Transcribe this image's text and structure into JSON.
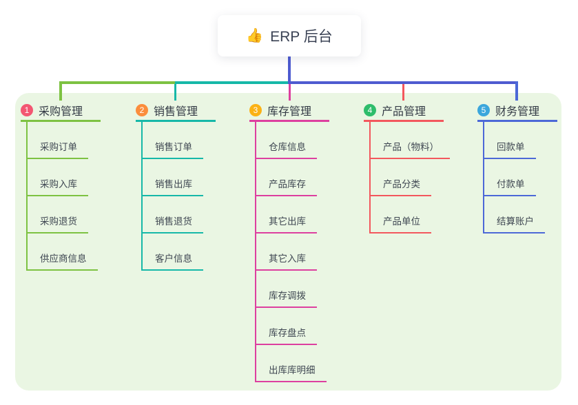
{
  "root": {
    "icon": "👍",
    "icon_name": "thumbs-up-icon",
    "label": "ERP 后台",
    "line_color": "#4e5bd0"
  },
  "canvas": {
    "background": "#eaf6e3"
  },
  "branches": [
    {
      "index": "1",
      "label": "采购管理",
      "badge_color": "#f35672",
      "line_color": "#7dc242",
      "children": [
        "采购订单",
        "采购入库",
        "采购退货",
        "供应商信息"
      ]
    },
    {
      "index": "2",
      "label": "销售管理",
      "badge_color": "#fb8d3c",
      "line_color": "#16b8a8",
      "children": [
        "销售订单",
        "销售出库",
        "销售退货",
        "客户信息"
      ]
    },
    {
      "index": "3",
      "label": "库存管理",
      "badge_color": "#fbb215",
      "line_color": "#dd3f9f",
      "children": [
        "仓库信息",
        "产品库存",
        "其它出库",
        "其它入库",
        "库存调拨",
        "库存盘点",
        "出库库明细"
      ]
    },
    {
      "index": "4",
      "label": "产品管理",
      "badge_color": "#2ebd6b",
      "line_color": "#f3575d",
      "children": [
        "产品（物料）",
        "产品分类",
        "产品单位"
      ]
    },
    {
      "index": "5",
      "label": "财务管理",
      "badge_color": "#3ba6dc",
      "line_color": "#4c68d7",
      "children": [
        "回款单",
        "付款单",
        "结算账户"
      ]
    }
  ]
}
